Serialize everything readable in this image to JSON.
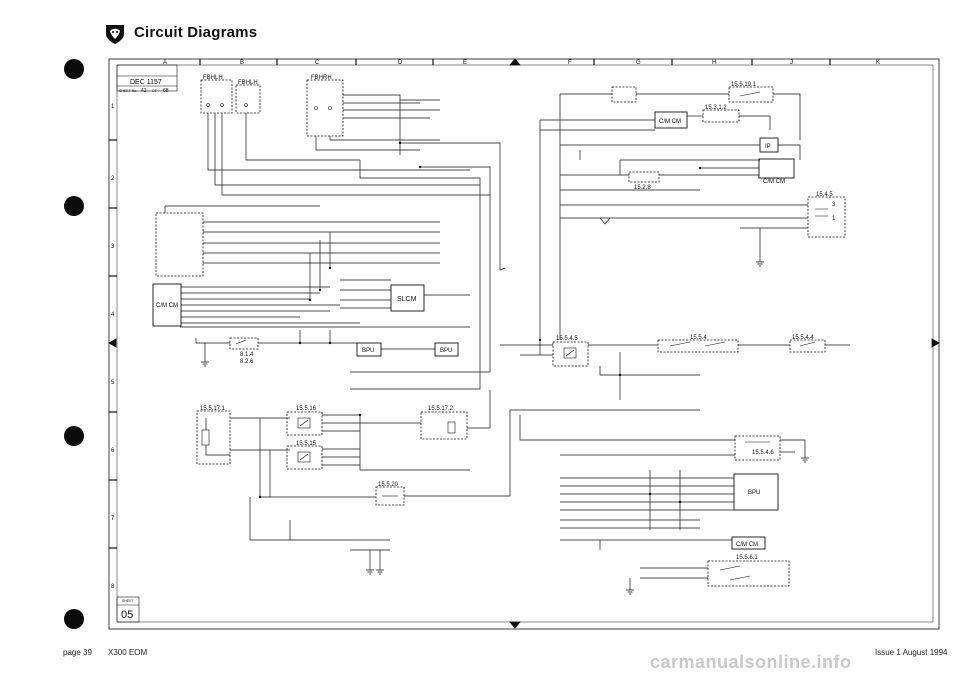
{
  "header": {
    "title": "Circuit Diagrams"
  },
  "grid": {
    "columns": [
      "A",
      "B",
      "C",
      "D",
      "E",
      "F",
      "G",
      "H",
      "J",
      "K"
    ],
    "rows": [
      "1",
      "2",
      "3",
      "4",
      "5",
      "6",
      "7",
      "8"
    ]
  },
  "title_block": {
    "date": "DEC 1157",
    "sheet_label": "SHEET No.",
    "sheet_no": "42",
    "sheet_of": "OF",
    "sheet_total": "68",
    "sheet_box_label": "SHEET",
    "sheet_box_no": "05"
  },
  "labels": {
    "fbhlh1": "FBHLH",
    "fbhlh2": "FBHLH",
    "fbhrh": "FBHRH",
    "cm_left": "C/M CM",
    "slcm": "SLCM",
    "bpu_a": "BPU",
    "bpu_b": "BPU",
    "ref_814": "8.1.4",
    "ref_826": "8.2.6",
    "ref_15_5_19_1": "15.5.19.1",
    "ref_15_3_1_2": "15.3.1.2",
    "cm_top": "C/M CM",
    "ip": "IP",
    "ref_15_2_8": "15.2.8",
    "cm_right": "C/M CM",
    "ref_15_4_5": "15.4.5",
    "pin_3": "3",
    "pin_1": "1",
    "ref_15_5_17_1": "15.5.17.1",
    "ref_15_5_16": "15.5.16",
    "ref_15_5_15": "15.5.15",
    "ref_15_5_17_2": "15.5.17.2",
    "ref_15_5_20": "15.5.20",
    "ref_15_5_4_5": "15.5.4.5",
    "ref_15_5_4": "15.5.4",
    "ref_15_5_4_4": "15.5.4.4",
    "ref_15_5_4_6": "15.5.4.6",
    "bpu_c": "BPU",
    "cm_bottom": "C/M CM",
    "ref_15_5_6_1": "15.5.6.1"
  },
  "footer": {
    "page": "page 39",
    "manual": "X300 EOM",
    "issue": "Issue 1 August 1994",
    "watermark": "carmanualsonline.info"
  },
  "colors": {
    "ink": "#111111",
    "paper": "#ffffff",
    "watermark": "#c9c9c9"
  }
}
